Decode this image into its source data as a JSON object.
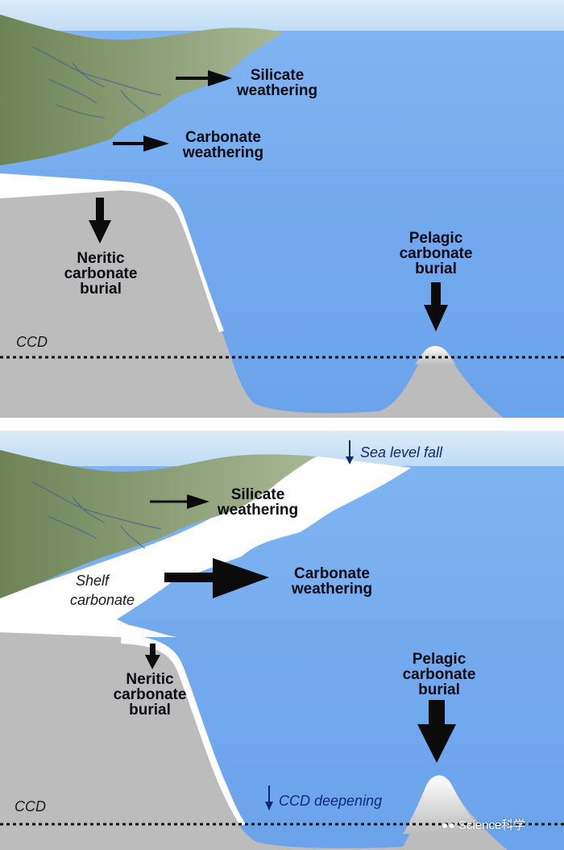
{
  "top": {
    "silicate": [
      "Silicate",
      "weathering"
    ],
    "carbonate": [
      "Carbonate",
      "weathering"
    ],
    "neritic": [
      "Neritic",
      "carbonate",
      "burial"
    ],
    "pelagic": [
      "Pelagic",
      "carbonate",
      "burial"
    ],
    "ccd": "CCD"
  },
  "bottom": {
    "sea_level": "Sea level fall",
    "silicate": [
      "Silicate",
      "weathering"
    ],
    "shelf": [
      "Shelf",
      "carbonate"
    ],
    "carbonate": [
      "Carbonate",
      "weathering"
    ],
    "neritic": [
      "Neritic",
      "carbonate",
      "burial"
    ],
    "pelagic": [
      "Pelagic",
      "carbonate",
      "burial"
    ],
    "ccd": "CCD",
    "ccd_deepening": "CCD deepening"
  },
  "watermark": "Science科学",
  "colors": {
    "sky": "#c9e3f6",
    "ocean": "#78aef0",
    "land_green": "#7d8f63",
    "seafloor_gray": "#bcbcbc",
    "carbonate_white": "#ffffff",
    "arrow": "#0b0b0b",
    "navy_text": "#102a74"
  }
}
